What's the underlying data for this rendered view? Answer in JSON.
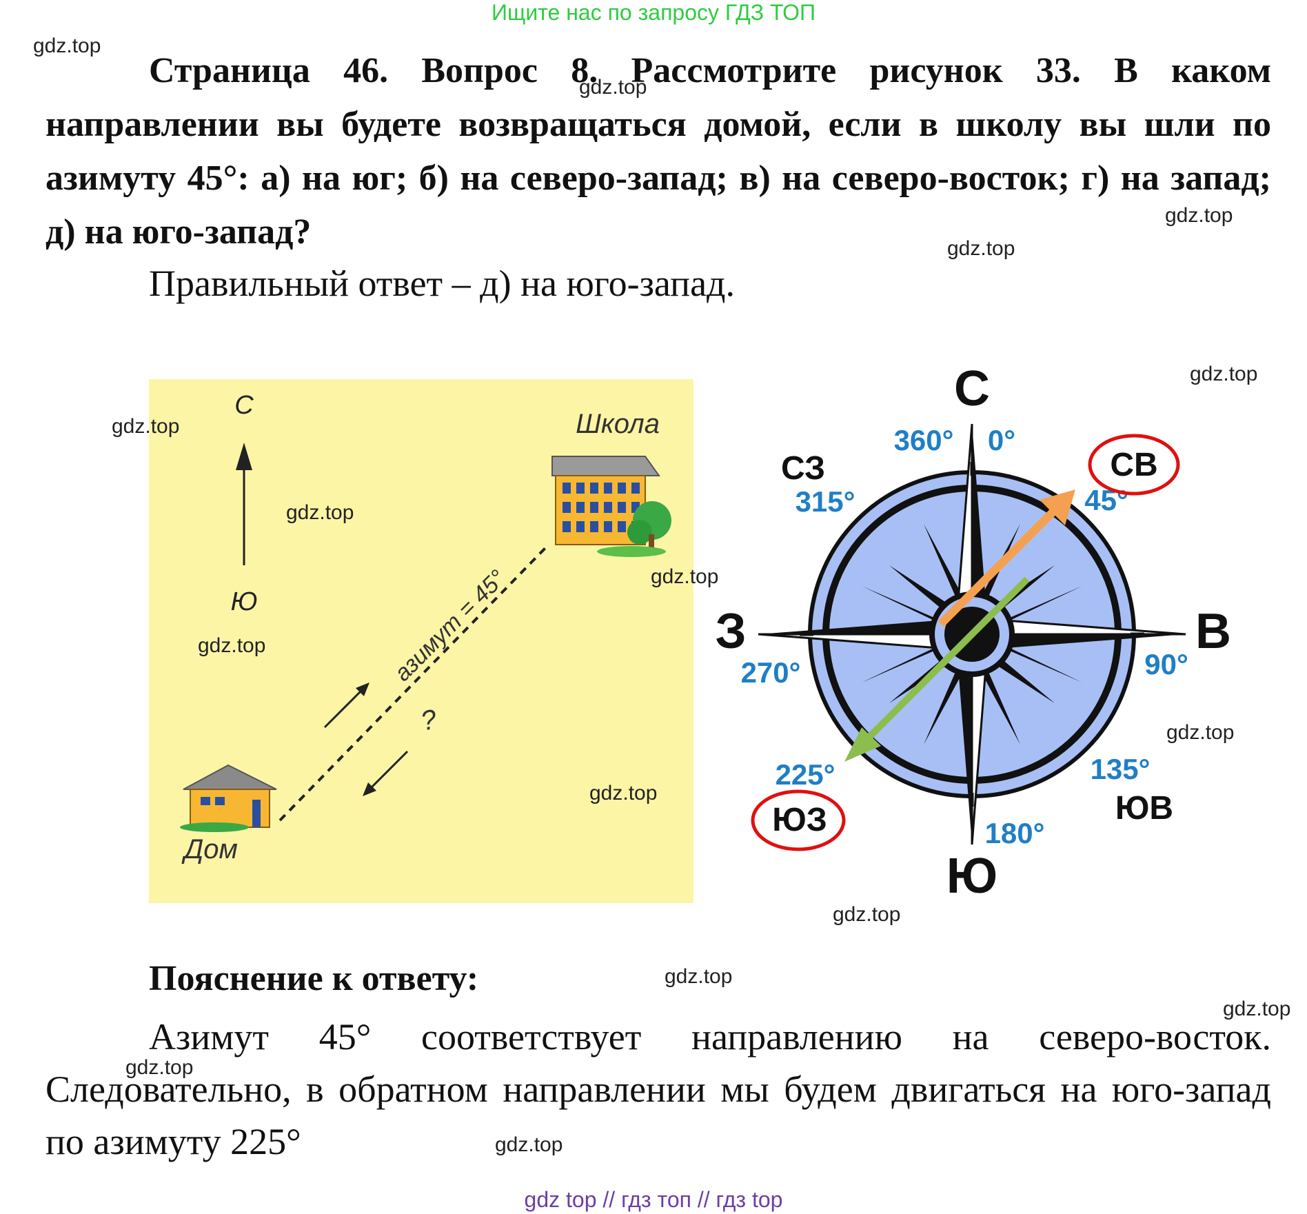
{
  "banner": "Ищите нас по запросу ГДЗ ТОП",
  "watermark": "gdz.top",
  "question": "Страница 46. Вопрос 8. Рассмотрите рисунок 33. В каком направлении вы будете возвращаться домой, если в школу вы шли по азимуту 45°: а) на юг; б) на северо-запад; в) на северо-восток; г) на запад; д) на юго-запад?",
  "answer": "Правильный ответ – д) на юго-запад.",
  "map": {
    "north": "С",
    "south": "Ю",
    "school": "Школа",
    "home": "Дом",
    "azimuth": "азимут = 45°",
    "question_mark": "?"
  },
  "compass": {
    "n": "С",
    "s": "Ю",
    "w": "З",
    "e": "В",
    "nw": "СЗ",
    "ne": "СВ",
    "sw": "ЮЗ",
    "se": "ЮВ",
    "deg_360": "360°",
    "deg_0": "0°",
    "deg_315": "315°",
    "deg_45": "45°",
    "deg_270": "270°",
    "deg_90": "90°",
    "deg_225": "225°",
    "deg_135": "135°",
    "deg_180": "180°"
  },
  "explanation_title": "Пояснение к ответу:",
  "explanation": "Азимут 45° соответствует направлению на северо-восток. Следовательно, в обратном направлении мы будем двигаться на юго-запад по азимуту 225°",
  "footer": "gdz top  //  гдз топ  //  гдз top",
  "colors": {
    "banner": "#2ecc40",
    "map_bg": "#fdf5a6",
    "compass_fill": "#a8bff5",
    "degrees": "#1f7fc6",
    "highlight": "#e01010",
    "to_school_arrow": "#f5a050",
    "to_home_arrow": "#8dbd4f",
    "footer": "#6a3fa8"
  }
}
